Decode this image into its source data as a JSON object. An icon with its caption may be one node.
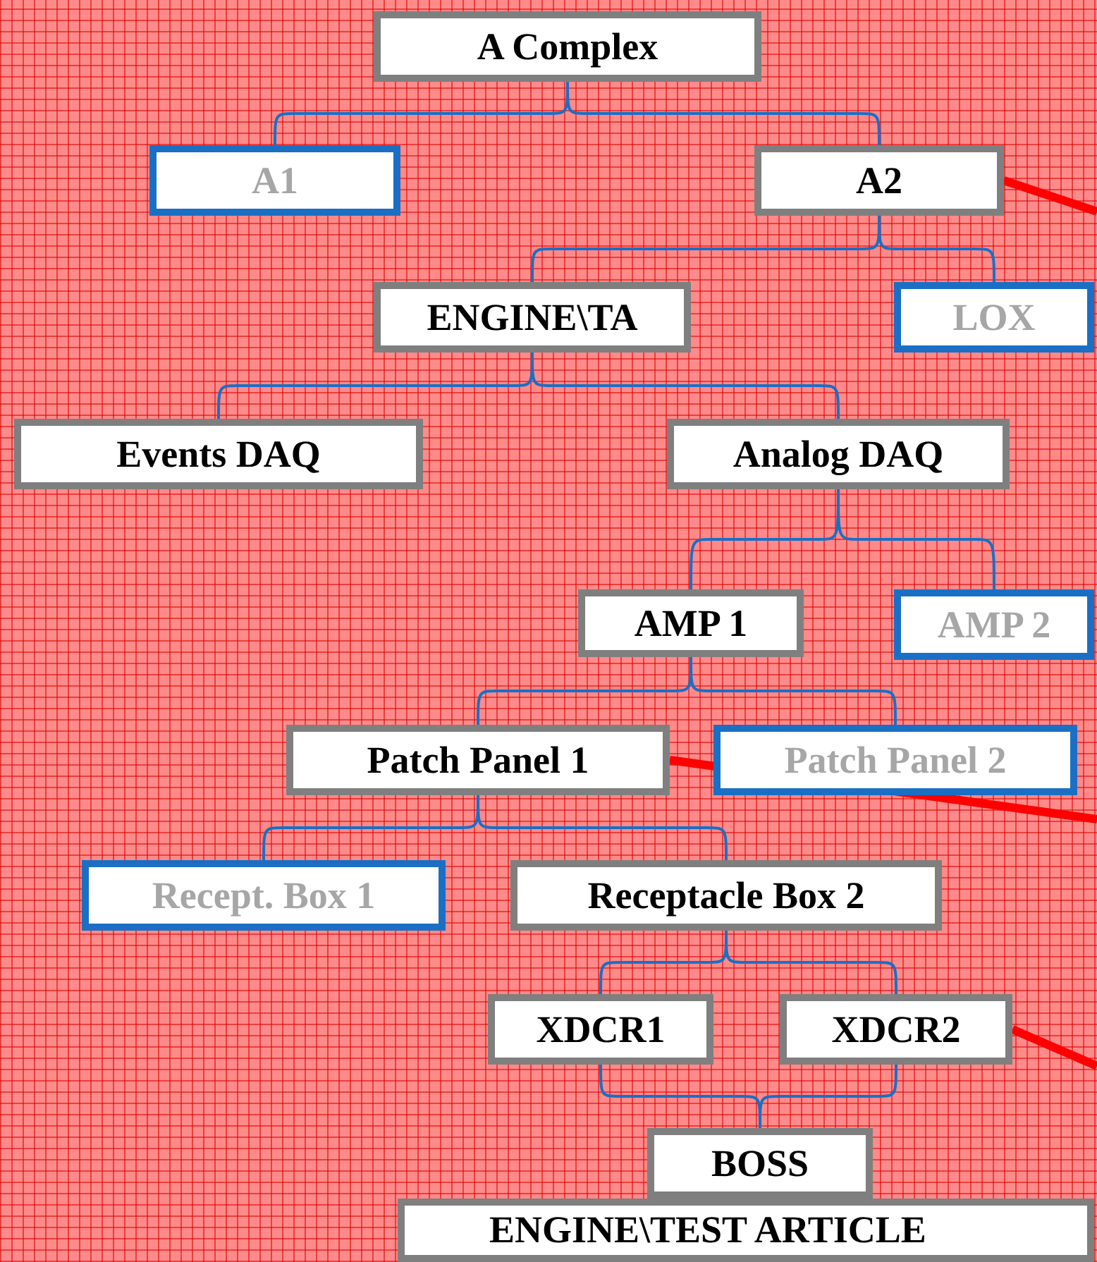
{
  "diagram": {
    "nodes": [
      {
        "text": [
          "A Complex"
        ]
      },
      {
        "text": [
          "A1"
        ]
      },
      {
        "text": [
          "A2"
        ]
      },
      {
        "text": [
          "ENGINE\\TA"
        ]
      },
      {
        "text": [
          "LOX"
        ]
      },
      {
        "text": [
          "Events DAQ"
        ]
      },
      {
        "text": [
          "Analog DAQ"
        ]
      },
      {
        "text": [
          "AMP 1"
        ]
      },
      {
        "text": [
          "AMP 2"
        ]
      },
      {
        "text": [
          "Patch Panel 1"
        ]
      },
      {
        "text": [
          "Patch Panel 2"
        ]
      },
      {
        "text": [
          "Recept. Box 1"
        ]
      },
      {
        "text": [
          "Receptacle Box 2"
        ]
      },
      {
        "text": [
          "XDCR1"
        ]
      },
      {
        "text": [
          "XDCR2"
        ]
      },
      {
        "text": [
          "BOSS"
        ]
      },
      {
        "text": [
          "ENGINE\\TEST ARTICLE"
        ]
      }
    ],
    "edges": [
      {
        "from": 0,
        "to": 1,
        "arrow": "none"
      },
      {
        "from": 0,
        "to": 2,
        "arrow": "none"
      },
      {
        "from": 2,
        "to": 3,
        "arrow": "none"
      },
      {
        "from": 2,
        "to": 4,
        "arrow": "none"
      },
      {
        "from": 3,
        "to": 5,
        "arrow": "none"
      },
      {
        "from": 3,
        "to": 6,
        "arrow": "none"
      },
      {
        "from": 6,
        "to": 7,
        "arrow": "none"
      },
      {
        "from": 6,
        "to": 8,
        "arrow": "none"
      },
      {
        "from": 7,
        "to": 9,
        "arrow": "none"
      },
      {
        "from": 7,
        "to": 10,
        "arrow": "none"
      },
      {
        "from": 9,
        "to": 11,
        "arrow": "none"
      },
      {
        "from": 9,
        "to": 12,
        "arrow": "none"
      },
      {
        "from": 12,
        "to": 13,
        "arrow": "none"
      },
      {
        "from": 12,
        "to": 14,
        "arrow": "none"
      },
      {
        "from": 13,
        "to": 15,
        "arrow": "none"
      },
      {
        "from": 14,
        "to": 15,
        "arrow": "none"
      },
      {
        "from": 2,
        "to": null,
        "arrow": "none",
        "style": "thick",
        "color": "#ff0000"
      },
      {
        "from": 9,
        "to": null,
        "arrow": "none",
        "style": "thick",
        "color": "#ff0000"
      },
      {
        "from": 14,
        "to": null,
        "arrow": "none",
        "style": "thick",
        "color": "#ff0000"
      }
    ]
  }
}
